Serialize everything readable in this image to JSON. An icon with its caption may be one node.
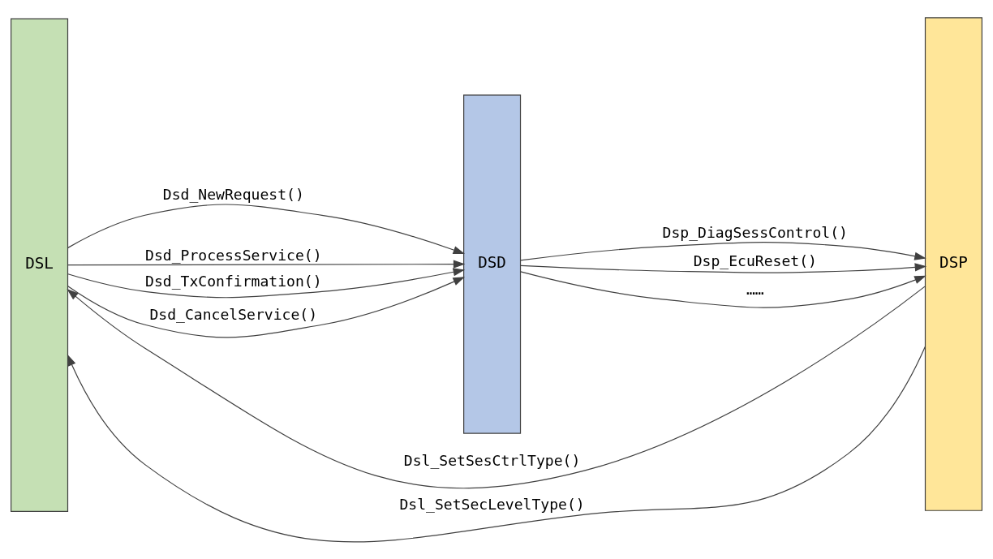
{
  "diagram": {
    "nodes": [
      {
        "text": [
          "DSL"
        ]
      },
      {
        "text": [
          "DSD"
        ]
      },
      {
        "text": [
          "DSP"
        ]
      }
    ],
    "edges": [
      {
        "from": 0,
        "to": 1,
        "arrow": "to",
        "label": "Dsd_NewRequest()"
      },
      {
        "from": 0,
        "to": 1,
        "arrow": "to",
        "label": "Dsd_ProcessService()"
      },
      {
        "from": 0,
        "to": 1,
        "arrow": "to",
        "label": "Dsd_TxConfirmation()"
      },
      {
        "from": 0,
        "to": 1,
        "arrow": "to",
        "label": "Dsd_CancelService()"
      },
      {
        "from": 1,
        "to": 2,
        "arrow": "to",
        "label": "Dsp_DiagSessControl()"
      },
      {
        "from": 1,
        "to": 2,
        "arrow": "to",
        "label": "Dsp_EcuReset()"
      },
      {
        "from": 1,
        "to": 2,
        "arrow": "to",
        "label": "……"
      },
      {
        "from": 2,
        "to": 0,
        "arrow": "to",
        "label": "Dsl_SetSesCtrlType()"
      },
      {
        "from": 2,
        "to": 0,
        "arrow": "to",
        "label": "Dsl_SetSecLevelType()"
      }
    ]
  }
}
